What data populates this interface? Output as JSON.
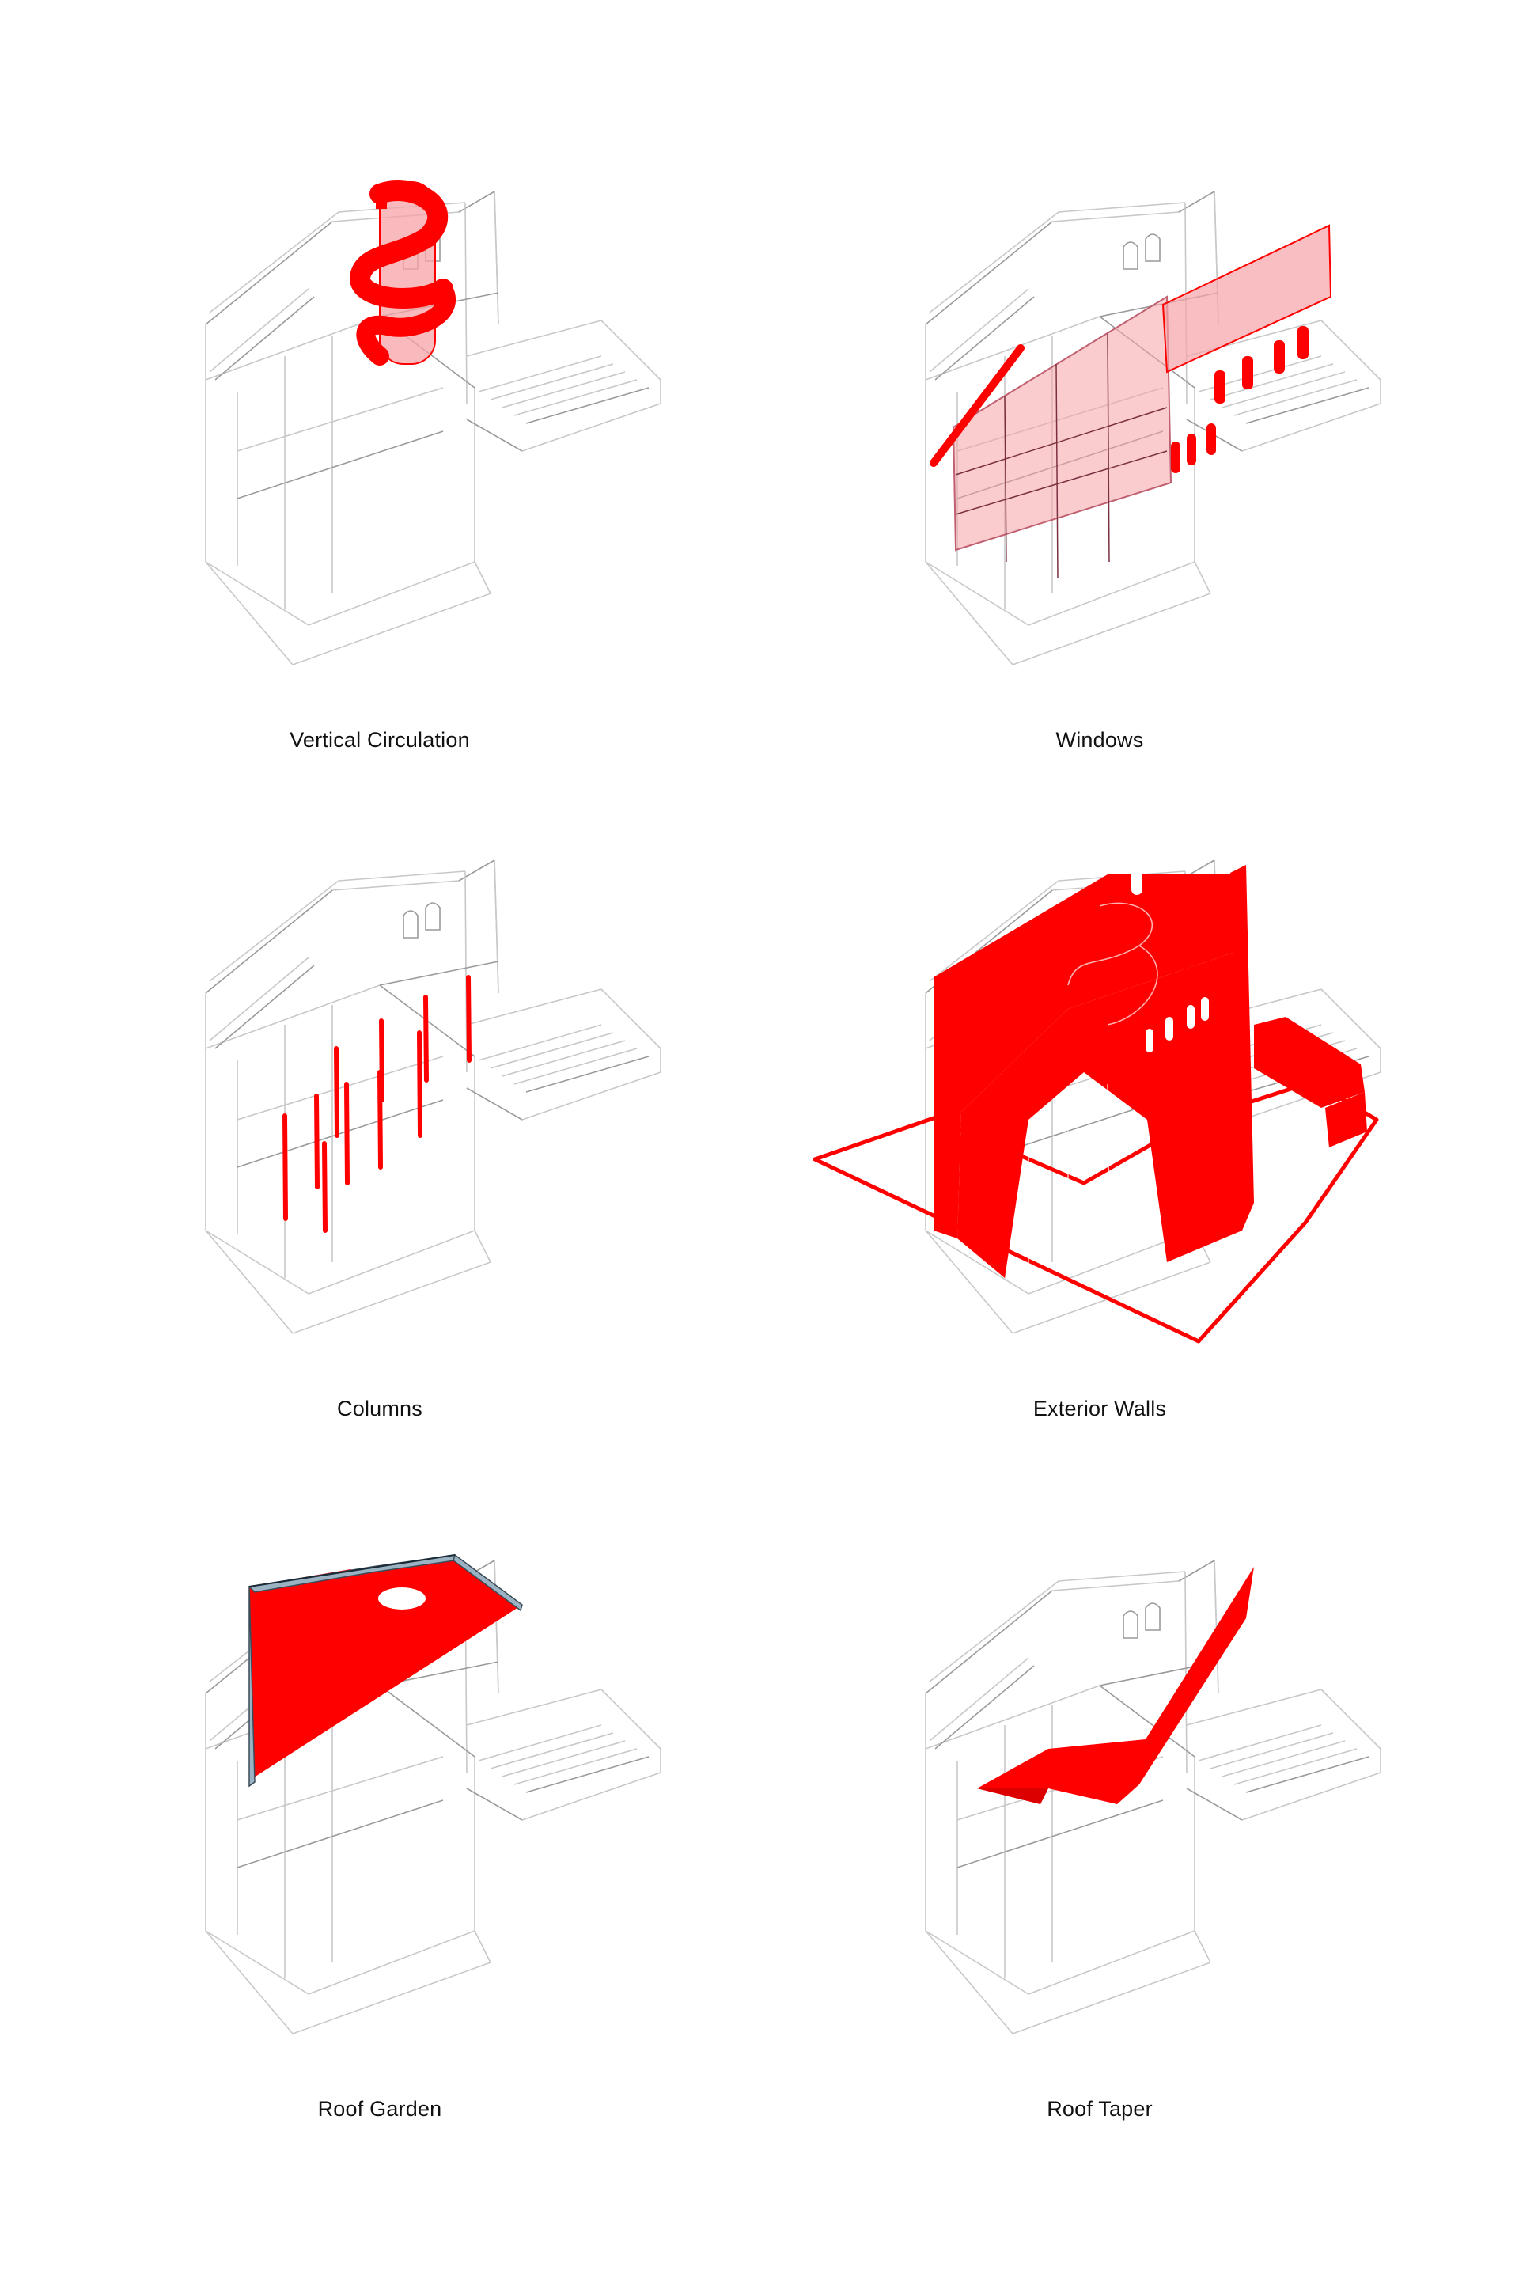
{
  "diagrams": [
    {
      "caption": "Vertical Circulation",
      "highlight": "vertical-circulation"
    },
    {
      "caption": "Windows",
      "highlight": "windows"
    },
    {
      "caption": "Columns",
      "highlight": "columns"
    },
    {
      "caption": "Exterior Walls",
      "highlight": "exterior-walls"
    },
    {
      "caption": "Roof Garden",
      "highlight": "roof-garden"
    },
    {
      "caption": "Roof Taper",
      "highlight": "roof-taper"
    }
  ],
  "colors": {
    "highlight": "#ff0000",
    "highlight_soft": "#f6a3a6",
    "line": "#c8c8c8",
    "line_dark": "#9a9a9a",
    "caption": "#111111",
    "background": "#ffffff"
  }
}
